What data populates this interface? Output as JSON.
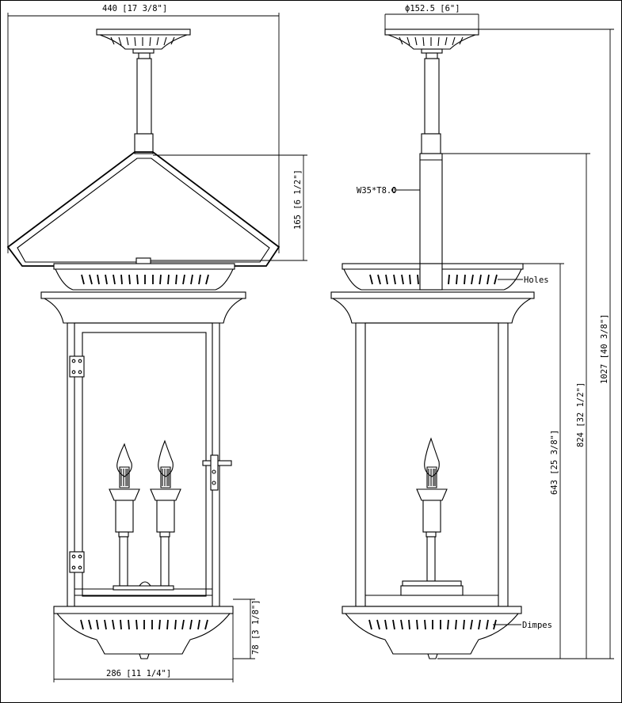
{
  "labels": {
    "top_width": "440 [17 3/8\"]",
    "canopy_diameter": "ϕ152.5 [6\"]",
    "cage_height": "165 [6 1/2\"]",
    "base_height": "78 [3 1/8\"]",
    "base_width": "286 [11 1/4\"]",
    "tube_spec": "W35*T8.0",
    "holes": "Holes",
    "dimples": "Dimpes",
    "height_643": "643 [25 3/8\"]",
    "height_824": "824 [32 1/2\"]",
    "height_1027": "1027 [40 3/8\"]"
  }
}
